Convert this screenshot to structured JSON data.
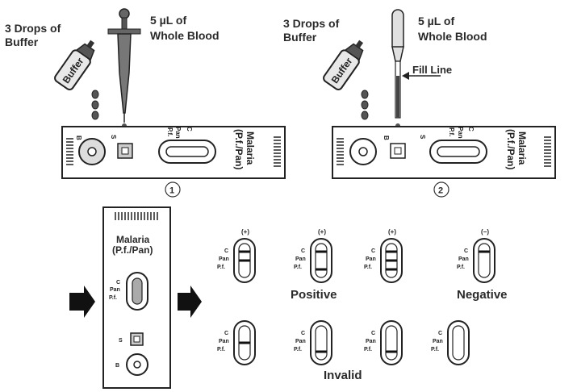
{
  "step1": {
    "buffer_label_1": "3 Drops of",
    "buffer_label_2": "Buffer",
    "blood_label_1": "5 µL of",
    "blood_label_2": "Whole Blood",
    "bottle_text": "Buffer",
    "step_number": "1"
  },
  "step2": {
    "buffer_label_1": "3 Drops of",
    "buffer_label_2": "Buffer",
    "blood_label_1": "5 µL of",
    "blood_label_2": "Whole Blood",
    "bottle_text": "Buffer",
    "fill_line": "Fill Line",
    "step_number": "2"
  },
  "cassette_marks": {
    "b": "B",
    "s": "S",
    "c": "C",
    "pan": "Pan",
    "pf": "P.f.",
    "malaria": "Malaria",
    "pf_pan": "(P.f./Pan)"
  },
  "large_cassette": {
    "title_1": "Malaria",
    "title_2": "(P.f./Pan)",
    "c": "C",
    "pan": "Pan",
    "pf": "P.f.",
    "s": "S",
    "b": "B"
  },
  "results": {
    "positive_label": "Positive",
    "negative_label": "Negative",
    "invalid_label": "Invalid",
    "windows": [
      {
        "sign": "(+)",
        "c": "C",
        "pan": "Pan",
        "pf": "P.f.",
        "lines": [
          "c",
          "pan"
        ]
      },
      {
        "sign": "(+)",
        "c": "C",
        "pan": "Pan",
        "pf": "P.f.",
        "lines": [
          "c",
          "pf"
        ]
      },
      {
        "sign": "(+)",
        "c": "C",
        "pan": "Pan",
        "pf": "P.f.",
        "lines": [
          "c",
          "pan",
          "pf"
        ]
      },
      {
        "sign": "(−)",
        "c": "C",
        "pan": "Pan",
        "pf": "P.f.",
        "lines": [
          "c"
        ]
      },
      {
        "sign": "",
        "c": "C",
        "pan": "Pan",
        "pf": "P.f.",
        "lines": [
          "pan"
        ]
      },
      {
        "sign": "",
        "c": "C",
        "pan": "Pan",
        "pf": "P.f.",
        "lines": [
          "pf"
        ]
      },
      {
        "sign": "",
        "c": "C",
        "pan": "Pan",
        "pf": "P.f.",
        "lines": [
          "pf"
        ]
      },
      {
        "sign": "",
        "c": "C",
        "pan": "Pan",
        "pf": "P.f.",
        "lines": []
      }
    ]
  }
}
